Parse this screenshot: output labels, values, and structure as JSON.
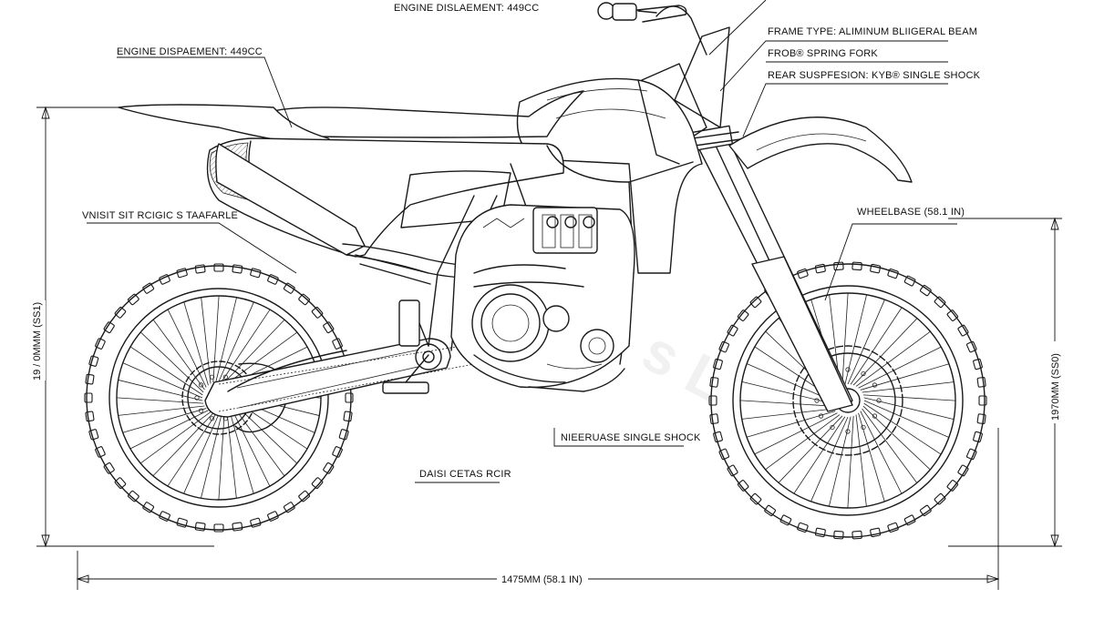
{
  "labels": {
    "engine_top": "ENGINE DISLAEMENT: 449CC",
    "engine_left": "ENGINE DISPAEMENT: 449CC",
    "frame_type": "FRAME TYPE: ALIMINUM BLIIGERAL BEAM",
    "fork": "FROB® SPRING FORK",
    "rear_suspension": "REAR SUSPFESION: KYB® SINGLE SHOCK",
    "left_side": "VNISIT SIT RCIGIC S TAAFARLE",
    "wheelbase": "WHEELBASE (58.1 IN)",
    "shock": "NIEERUASE SINGLE SHOCK",
    "bottom_center": "DAISI CETAS RCIR"
  },
  "dimensions": {
    "overall_length": "1475MM (58.1 IN)",
    "left_height": "19 / 0MMM (SS1)",
    "right_height": "1970MM (SS0)"
  },
  "colors": {
    "ink": "#1a1a1a",
    "paper": "#ffffff",
    "hatch": "#555555"
  }
}
